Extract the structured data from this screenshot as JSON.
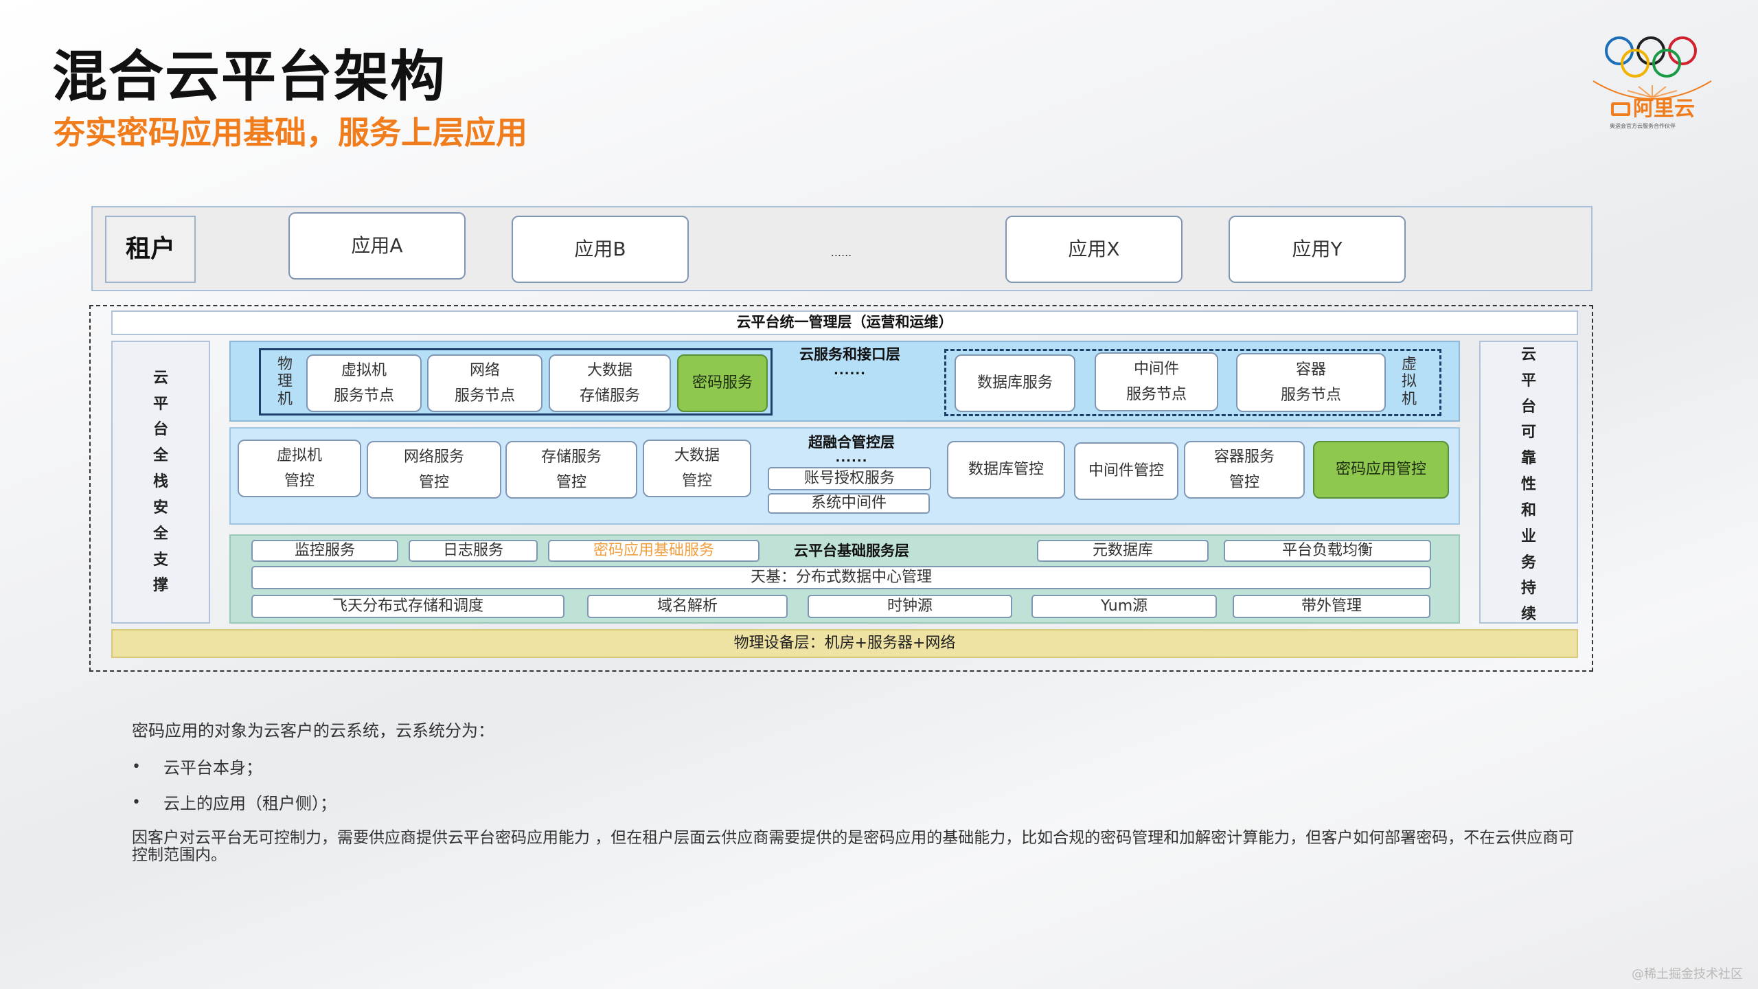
{
  "header": {
    "title": "混合云平台架构",
    "subtitle": "夯实密码应用基础，服务上层应用",
    "logo_text": "阿里云",
    "logo_caption": "奥运会官方云服务合作伙伴"
  },
  "tenant_layer": {
    "label": "租户",
    "apps": [
      "应用A",
      "应用B",
      "......",
      "应用X",
      "应用Y"
    ]
  },
  "management_layer": {
    "title": "云平台统一管理层（运营和运维）"
  },
  "left_support": {
    "label": "云\n平\n台\n全\n栈\n安\n全\n支\n撑"
  },
  "right_support": {
    "label": "云\n平\n台\n可\n靠\n性\n和\n业\n务\n持\n续\n性"
  },
  "service_layer": {
    "title": "云服务和接口层",
    "dots": "......",
    "physical_label": "物\n理\n机",
    "physical_items": [
      "虚拟机\n服务节点",
      "网络\n服务节点",
      "大数据\n存储服务"
    ],
    "crypto_service": "密码服务",
    "virtual_items": [
      "数据库服务",
      "中间件\n服务节点",
      "容器\n服务节点"
    ],
    "virtual_label": "虚\n拟\n机"
  },
  "control_layer": {
    "title": "超融合管控层",
    "dots": "......",
    "left_items": [
      "虚拟机\n管控",
      "网络服务\n管控",
      "存储服务\n管控",
      "大数据\n管控"
    ],
    "center_items": [
      "账号授权服务",
      "系统中间件"
    ],
    "right_items": [
      "数据库管控",
      "中间件管控",
      "容器服务\n管控"
    ],
    "crypto_control": "密码应用管控"
  },
  "base_layer": {
    "title": "云平台基础服务层",
    "row1": [
      "监控服务",
      "日志服务",
      "密码应用基础服务",
      "元数据库",
      "平台负载均衡"
    ],
    "row2": "天基：分布式数据中心管理",
    "row3": [
      "飞天分布式存储和调度",
      "域名解析",
      "时钟源",
      "Yum源",
      "带外管理"
    ]
  },
  "physical_layer": {
    "label": "物理设备层：机房+服务器+网络"
  },
  "notes": {
    "intro": "密码应用的对象为云客户的云系统，云系统分为：",
    "bullets": [
      "云平台本身；",
      "云上的应用（租户侧）；"
    ],
    "bullet_symbol": "•",
    "paragraph": "因客户对云平台无可控制力，需要供应商提供云平台密码应用能力 ，但在租户层面云供应商需要提供的是密码应用的基础能力，比如合规的密码管理和加解密计算能力，但客户如何部署密码，不在云供应商可控制范围内。"
  },
  "watermark": "@稀土掘金技术社区",
  "colors": {
    "title": "#111111",
    "subtitle": "#f07c1c",
    "crypto_green": "#8fc84f",
    "service_blue": "#b5def7",
    "control_blue": "#cde8fb",
    "base_teal": "#bfe2d6",
    "physical_yellow": "#efe3a4",
    "crypto_text_orange": "#f0a040"
  }
}
